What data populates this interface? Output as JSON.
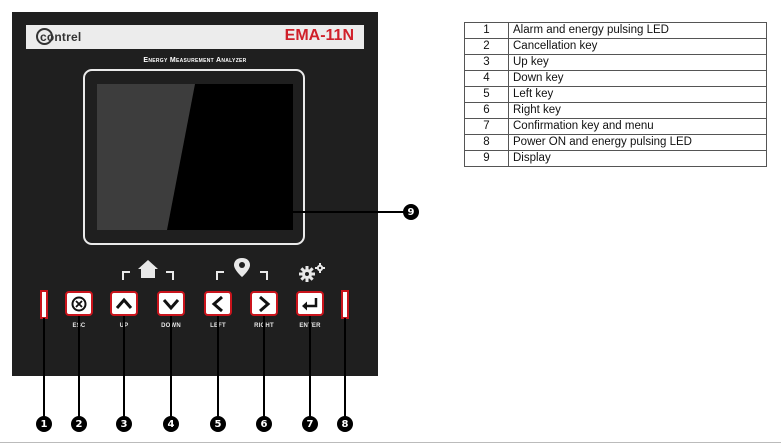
{
  "device": {
    "brand": "contrel",
    "model": "EMA-11N",
    "subtitle": "Energy Measurement Analyzer",
    "colors": {
      "body": "#1f1f1f",
      "key_border": "#c9141c",
      "model_text": "#d0202a"
    }
  },
  "keys": [
    {
      "id": "esc",
      "label": "ESC",
      "icon": "cancel-icon"
    },
    {
      "id": "up",
      "label": "UP",
      "icon": "chevron-up-icon"
    },
    {
      "id": "down",
      "label": "DOWN",
      "icon": "chevron-down-icon"
    },
    {
      "id": "left",
      "label": "LEFT",
      "icon": "chevron-left-icon"
    },
    {
      "id": "right",
      "label": "RIGHT",
      "icon": "chevron-right-icon"
    },
    {
      "id": "enter",
      "label": "ENTER",
      "icon": "enter-icon"
    }
  ],
  "group_icons": [
    "home-icon",
    "location-pin-icon",
    "gears-icon"
  ],
  "callouts": [
    "1",
    "2",
    "3",
    "4",
    "5",
    "6",
    "7",
    "8",
    "9"
  ],
  "legend": [
    {
      "num": "1",
      "desc": "Alarm and energy pulsing LED"
    },
    {
      "num": "2",
      "desc": "Cancellation key"
    },
    {
      "num": "3",
      "desc": "Up key"
    },
    {
      "num": "4",
      "desc": "Down key"
    },
    {
      "num": "5",
      "desc": "Left key"
    },
    {
      "num": "6",
      "desc": "Right key"
    },
    {
      "num": "7",
      "desc": "Confirmation key and menu"
    },
    {
      "num": "8",
      "desc": "Power ON and energy pulsing LED"
    },
    {
      "num": "9",
      "desc": "Display"
    }
  ]
}
